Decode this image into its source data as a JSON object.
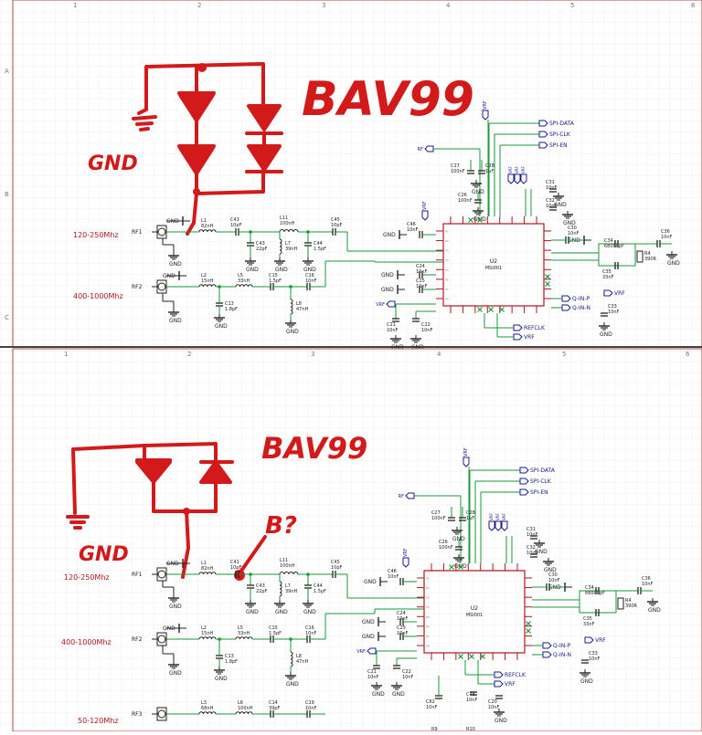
{
  "top": {
    "ruler_top": [
      "1",
      "2",
      "3",
      "4",
      "5",
      "6"
    ],
    "ruler_left": [
      "A",
      "B",
      "C"
    ],
    "annotations": {
      "bav": "BAV99",
      "gnd": "GND"
    },
    "freq": {
      "rf1": "120-250Mhz",
      "rf2": "400-1000Mhz"
    }
  },
  "bottom": {
    "ruler_bottom": [
      "1",
      "2",
      "3",
      "4",
      "5",
      "6"
    ],
    "annotations": {
      "bav": "BAV99",
      "gnd": "GND",
      "bq": "B?"
    },
    "freq": {
      "rf1": "120-250Mhz",
      "rf2": "400-1000Mhz",
      "rf3": "50-120Mhz"
    }
  },
  "labels": {
    "rf1": "RF1",
    "rf2": "RF2",
    "rf3": "RF3",
    "gnd": "GND",
    "vrf": "VRF",
    "rf": "RF",
    "u2": "U2",
    "u2_part": "MSI001",
    "spi_data": "SPI-DATA",
    "spi_clk": "SPI-CLK",
    "spi_en": "SPI-EN",
    "q_in_p": "Q-IN-P",
    "q_in_n": "Q-IN-N",
    "ref_clk": "REFCLK"
  },
  "components": {
    "l1": [
      "L1",
      "82nH"
    ],
    "c41": [
      "C41",
      "10pF"
    ],
    "l11": [
      "L11",
      "100nH"
    ],
    "c45": [
      "C45",
      "10pF"
    ],
    "c43": [
      "C43",
      "22pF"
    ],
    "l7": [
      "L7",
      "39nH"
    ],
    "c44": [
      "C44",
      "1.5pF"
    ],
    "l2": [
      "L2",
      "15nH"
    ],
    "l5": [
      "L5",
      "33nH"
    ],
    "c15": [
      "C15",
      "1.5pF"
    ],
    "c16": [
      "C16",
      "10nF"
    ],
    "c13": [
      "C13",
      "1.8pF"
    ],
    "l8": [
      "L8",
      "47nH"
    ],
    "c46": [
      "C46",
      "10nF"
    ],
    "c26": [
      "C26",
      "100nF"
    ],
    "c27": [
      "C27",
      "100nF"
    ],
    "c28": [
      "C28",
      "1uF"
    ],
    "c31": [
      "C31",
      "10nF"
    ],
    "c32": [
      "C32",
      "10nF"
    ],
    "c30": [
      "C30",
      "10nF"
    ],
    "c36": [
      "C36",
      "10nF"
    ],
    "c34": [
      "C34",
      "68000pF"
    ],
    "c35": [
      "C35",
      "33nF"
    ],
    "r4": [
      "R4",
      "390R"
    ],
    "c33": [
      "C33",
      "10nF"
    ],
    "c21": [
      "C21",
      "10nF"
    ],
    "c22": [
      "C22",
      "10nF"
    ],
    "c24": [
      "C24",
      "10nF"
    ],
    "c25": [
      "C25",
      "10nF"
    ],
    "l3": [
      "L3",
      "68nH"
    ],
    "l6": [
      "L6",
      "100nH"
    ],
    "c14": [
      "C14",
      "39pF"
    ],
    "c19": [
      "C19",
      "10nF"
    ],
    "c62": [
      "C62",
      "10nF"
    ],
    "c48": [
      "C48",
      "10nF"
    ],
    "c20": [
      "C20",
      "10nF"
    ],
    "r9": [
      "R9",
      ""
    ],
    "r10": [
      "R10",
      ""
    ]
  },
  "colors": {
    "ink": "#d31a1a",
    "wire": "#1a9a3a",
    "net": "#1a1a8c",
    "part": "#b0151f",
    "grid": "#eeeeee"
  }
}
